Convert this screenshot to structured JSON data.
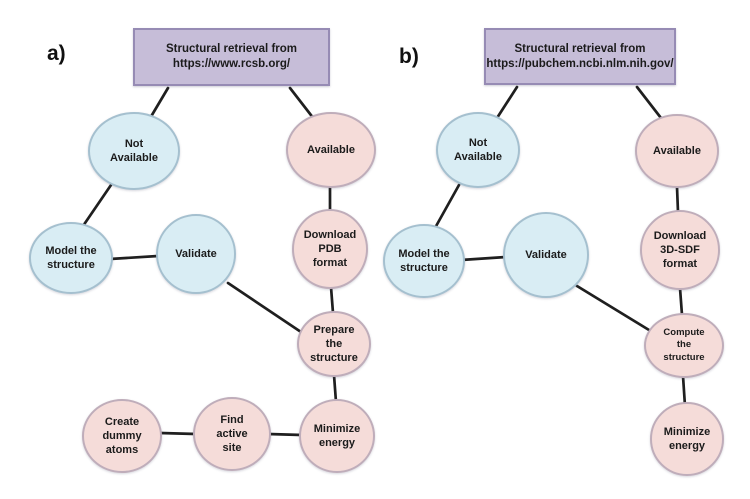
{
  "colors": {
    "background": "#ffffff",
    "box_fill": "#c6bdd8",
    "box_border": "#968bb4",
    "blue_fill": "#d9edf4",
    "blue_border": "#a5c0cf",
    "pink_fill": "#f5dcd9",
    "pink_border": "#bfadba",
    "line": "#1f1f1f",
    "text": "#1b1b1b"
  },
  "flowchart_a": {
    "label": "a)",
    "source_box": {
      "line1": "Structural retrieval from",
      "line2": "https://www.rcsb.org/"
    },
    "nodes": {
      "not_available": "Not Available",
      "available": "Available",
      "model": "Model the structure",
      "validate": "Validate",
      "download": "Download PDB format",
      "prepare": "Prepare the structure",
      "create": "Create dummy atoms",
      "find": "Find active site",
      "minimize": "Minimize energy"
    },
    "edges": [
      {
        "from": "source_box",
        "to": "not_available"
      },
      {
        "from": "source_box",
        "to": "available"
      },
      {
        "from": "not_available",
        "to": "model"
      },
      {
        "from": "model",
        "to": "validate"
      },
      {
        "from": "validate",
        "to": "prepare"
      },
      {
        "from": "available",
        "to": "download"
      },
      {
        "from": "download",
        "to": "prepare"
      },
      {
        "from": "prepare",
        "to": "minimize"
      },
      {
        "from": "minimize",
        "to": "find"
      },
      {
        "from": "find",
        "to": "create"
      }
    ]
  },
  "flowchart_b": {
    "label": "b)",
    "source_box": {
      "line1": "Structural retrieval from",
      "line2": "https://pubchem.ncbi.nlm.nih.gov/"
    },
    "nodes": {
      "not_available": "Not Available",
      "available": "Available",
      "model": "Model the structure",
      "validate": "Validate",
      "download": "Download 3D-SDF format",
      "compute": "Compute the structure",
      "minimize": "Minimize energy"
    },
    "edges": [
      {
        "from": "source_box",
        "to": "not_available"
      },
      {
        "from": "source_box",
        "to": "available"
      },
      {
        "from": "not_available",
        "to": "model"
      },
      {
        "from": "model",
        "to": "validate"
      },
      {
        "from": "validate",
        "to": "compute"
      },
      {
        "from": "available",
        "to": "download"
      },
      {
        "from": "download",
        "to": "compute"
      },
      {
        "from": "compute",
        "to": "minimize"
      }
    ]
  }
}
